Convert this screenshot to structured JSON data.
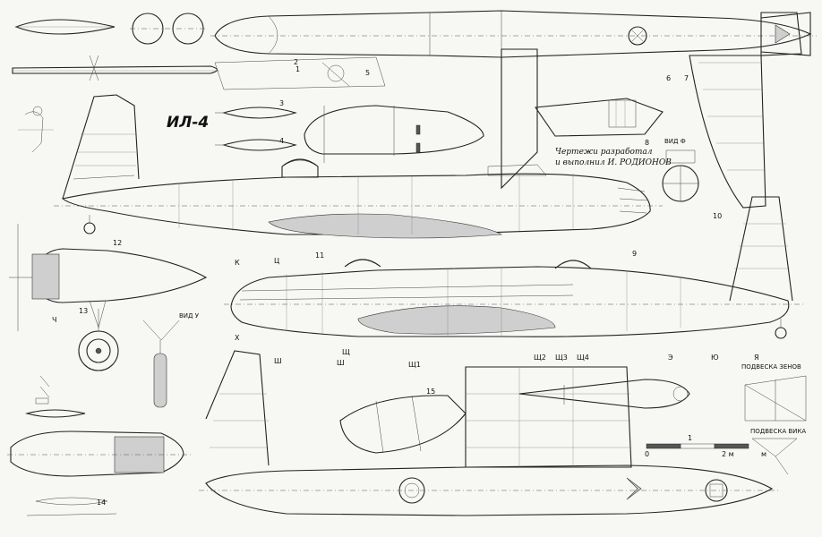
{
  "drawing": {
    "title": "ИЛ-4",
    "credit_line1": "Чертежи разработал",
    "credit_line2": "и выполнил И. РОДИОНОВ"
  },
  "views": {
    "view_f": "ВИД Ф",
    "view_u": "ВИД У",
    "susp_bombs": "ПОДВЕСКА ЗЕНОВ",
    "susp_torpedo": "ПОДВЕСКА ВИКА"
  },
  "scale_bar": {
    "zero": "0",
    "one": "1",
    "two": "2 м",
    "unit": "м"
  },
  "callouts": [
    "1",
    "2",
    "3",
    "4",
    "5",
    "6",
    "7",
    "8",
    "9",
    "10",
    "11",
    "12",
    "13",
    "14",
    "15"
  ],
  "section_marks": [
    "Ш",
    "Щ",
    "Щ1",
    "Щ2",
    "Щ3",
    "Щ4",
    "Ц",
    "Ш",
    "Э",
    "Ю",
    "Я",
    "К",
    "Х",
    "Ч"
  ]
}
